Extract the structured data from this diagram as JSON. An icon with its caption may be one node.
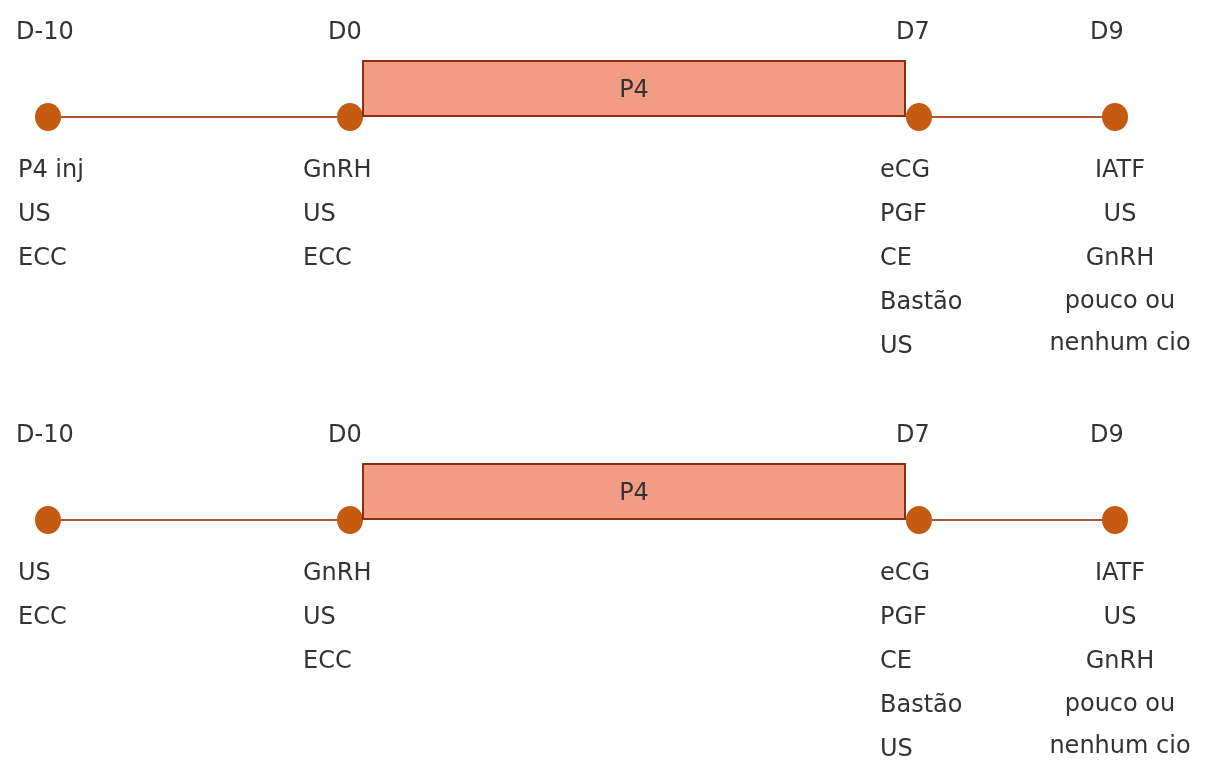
{
  "diagram": {
    "nodes": [
      {
        "text": [],
        "shape": "circle",
        "beside": [
          "P4 inj",
          "US",
          "ECC"
        ]
      },
      {
        "text": [],
        "shape": "circle",
        "beside": [
          "GnRH",
          "US",
          "ECC"
        ]
      },
      {
        "text": [
          "P4"
        ]
      },
      {
        "text": [],
        "shape": "circle",
        "beside": [
          "eCG",
          "PGF",
          "CE",
          "Bastão",
          "US"
        ]
      },
      {
        "text": [],
        "shape": "circle",
        "beside": [
          "IATF",
          "US",
          "GnRH",
          "pouco ou nenhum cio"
        ]
      },
      {
        "text": [],
        "shape": "circle",
        "beside": [
          "US",
          "ECC"
        ]
      },
      {
        "text": [],
        "shape": "circle",
        "beside": [
          "GnRH",
          "US",
          "ECC"
        ]
      },
      {
        "text": [
          "P4"
        ]
      },
      {
        "text": [],
        "shape": "circle",
        "beside": [
          "eCG",
          "PGF",
          "CE",
          "Bastão",
          "US"
        ]
      },
      {
        "text": [],
        "shape": "circle",
        "beside": [
          "IATF",
          "US",
          "GnRH",
          "pouco ou nenhum cio"
        ]
      }
    ],
    "edges": [
      {
        "from": 0,
        "to": 1,
        "arrow": "none"
      },
      {
        "from": 3,
        "to": 4,
        "arrow": "none"
      },
      {
        "from": 5,
        "to": 6,
        "arrow": "none"
      },
      {
        "from": 8,
        "to": 9,
        "arrow": "none"
      }
    ],
    "labels": [
      "D-10",
      "D0",
      "D7",
      "D9",
      "D-10",
      "D0",
      "D7",
      "D9"
    ]
  }
}
